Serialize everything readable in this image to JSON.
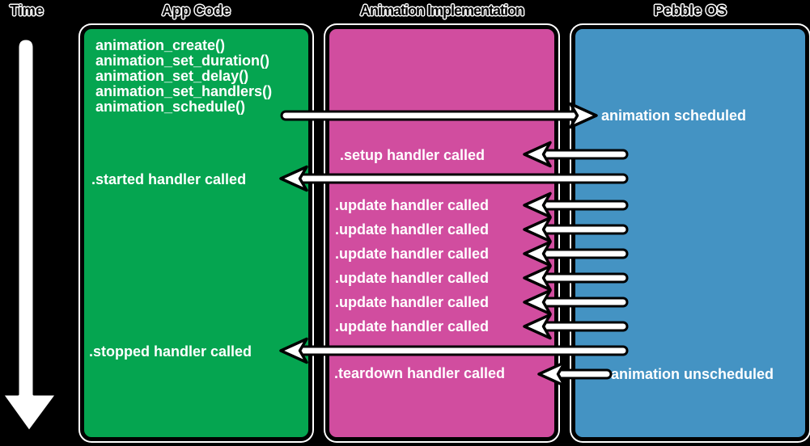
{
  "headers": {
    "time": "Time",
    "app_code": "App Code",
    "animation_implementation": "Animation Implementation",
    "pebble_os": "Pebble OS"
  },
  "colors": {
    "background": "#000000",
    "app_code_box": "#05a550",
    "implementation_box": "#d14d9f",
    "pebble_os_box": "#4493c3",
    "arrow_fill": "#ffffff",
    "arrow_outline": "#000000",
    "box_text": "#ffffff"
  },
  "app_code": {
    "functions": [
      "animation_create()",
      "animation_set_duration()",
      "animation_set_delay()",
      "animation_set_handlers()",
      "animation_schedule()"
    ],
    "started_label": ".started handler called",
    "stopped_label": ".stopped handler called"
  },
  "implementation": {
    "setup_label": ".setup handler called",
    "update_label": ".update handler called",
    "update_count": 6,
    "teardown_label": ".teardown handler called"
  },
  "pebble_os": {
    "scheduled_label": "animation scheduled",
    "unscheduled_label": "animation unscheduled"
  },
  "arrows": [
    {
      "name": "animation-schedule-arrow",
      "from": "App Code",
      "to": "Pebble OS",
      "direction": "right",
      "row": "animation scheduled"
    },
    {
      "name": "setup-handler-arrow",
      "from": "Pebble OS",
      "to": "Animation Implementation",
      "direction": "left",
      "row": ".setup handler called"
    },
    {
      "name": "started-handler-arrow",
      "from": "Pebble OS",
      "to": "App Code",
      "direction": "left",
      "row": ".started handler called"
    },
    {
      "name": "update-handler-arrow-1",
      "from": "Pebble OS",
      "to": "Animation Implementation",
      "direction": "left",
      "row": ".update handler called"
    },
    {
      "name": "update-handler-arrow-2",
      "from": "Pebble OS",
      "to": "Animation Implementation",
      "direction": "left",
      "row": ".update handler called"
    },
    {
      "name": "update-handler-arrow-3",
      "from": "Pebble OS",
      "to": "Animation Implementation",
      "direction": "left",
      "row": ".update handler called"
    },
    {
      "name": "update-handler-arrow-4",
      "from": "Pebble OS",
      "to": "Animation Implementation",
      "direction": "left",
      "row": ".update handler called"
    },
    {
      "name": "update-handler-arrow-5",
      "from": "Pebble OS",
      "to": "Animation Implementation",
      "direction": "left",
      "row": ".update handler called"
    },
    {
      "name": "update-handler-arrow-6",
      "from": "Pebble OS",
      "to": "Animation Implementation",
      "direction": "left",
      "row": ".update handler called"
    },
    {
      "name": "stopped-handler-arrow",
      "from": "Pebble OS",
      "to": "App Code",
      "direction": "left",
      "row": ".stopped handler called"
    },
    {
      "name": "teardown-handler-arrow",
      "from": "Pebble OS",
      "to": "Animation Implementation",
      "direction": "left",
      "row": ".teardown handler called"
    },
    {
      "name": "time-axis-arrow",
      "direction": "down",
      "row": "Time"
    }
  ]
}
